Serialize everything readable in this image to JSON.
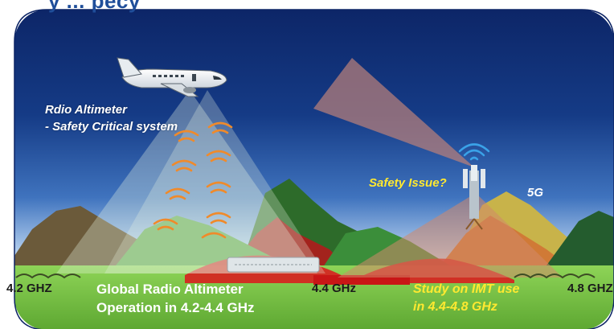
{
  "header": {
    "caption": "y ... pecy"
  },
  "labels": {
    "radio_altimeter_title": "Rdio Altimeter",
    "radio_altimeter_subtitle": "- Safety Critical system",
    "safety_issue": "Safety Issue?",
    "five_g": "5G",
    "freq_4_2": "4.2 GHZ",
    "freq_4_4": "4.4 GHz",
    "freq_4_8": "4.8 GHZ",
    "global_line1": "Global Radio Altimeter",
    "global_line2": "Operation in 4.2-4.4 GHz",
    "study_line1": "Study on IMT use",
    "study_line2": "in 4.4-4.8 GHz"
  },
  "colors": {
    "sky_top": "#0e2a6e",
    "sky_mid": "#2e5fae",
    "horizon": "#e9f3ff",
    "ground": "#7ec64a",
    "altimeter_beam": "#e8f3e0",
    "tower_beam": "#b47a6f",
    "wave": "#f08a2a",
    "signal": "#3aa2e8",
    "label_yellow": "#ffe930",
    "band_red": "#e01a1a"
  },
  "icons": [
    "airplane-icon",
    "cell-tower-icon",
    "signal-wave-icon",
    "radio-altimeter-device-icon"
  ]
}
